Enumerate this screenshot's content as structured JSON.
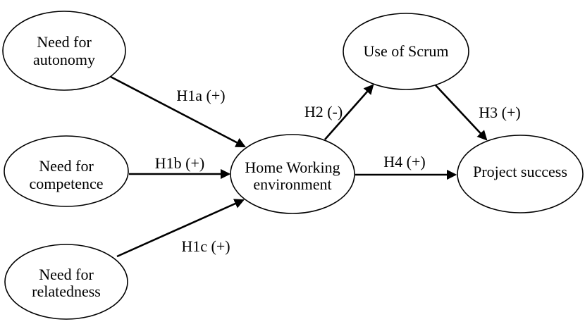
{
  "diagram": {
    "type": "path-model",
    "colors": {
      "background": "#ffffff",
      "line": "#000000",
      "text": "#000000"
    },
    "nodes": [
      {
        "id": "need-for-autonomy",
        "lines": [
          "Need for",
          "autonomy"
        ]
      },
      {
        "id": "need-for-competence",
        "lines": [
          "Need for",
          "competence"
        ]
      },
      {
        "id": "need-for-relatedness",
        "lines": [
          "Need for",
          "relatedness"
        ]
      },
      {
        "id": "home-working-environment",
        "lines": [
          "Home Working",
          "environment"
        ]
      },
      {
        "id": "use-of-scrum",
        "lines": [
          "Use of Scrum"
        ]
      },
      {
        "id": "project-success",
        "lines": [
          "Project success"
        ]
      }
    ],
    "edges": [
      {
        "id": "H1a",
        "label": "H1a (+)",
        "from": "need-for-autonomy",
        "to": "home-working-environment"
      },
      {
        "id": "H1b",
        "label": "H1b (+)",
        "from": "need-for-competence",
        "to": "home-working-environment"
      },
      {
        "id": "H1c",
        "label": "H1c (+)",
        "from": "need-for-relatedness",
        "to": "home-working-environment"
      },
      {
        "id": "H2",
        "label": "H2 (-)",
        "from": "home-working-environment",
        "to": "use-of-scrum"
      },
      {
        "id": "H3",
        "label": "H3 (+)",
        "from": "use-of-scrum",
        "to": "project-success"
      },
      {
        "id": "H4",
        "label": "H4 (+)",
        "from": "home-working-environment",
        "to": "project-success"
      }
    ]
  }
}
